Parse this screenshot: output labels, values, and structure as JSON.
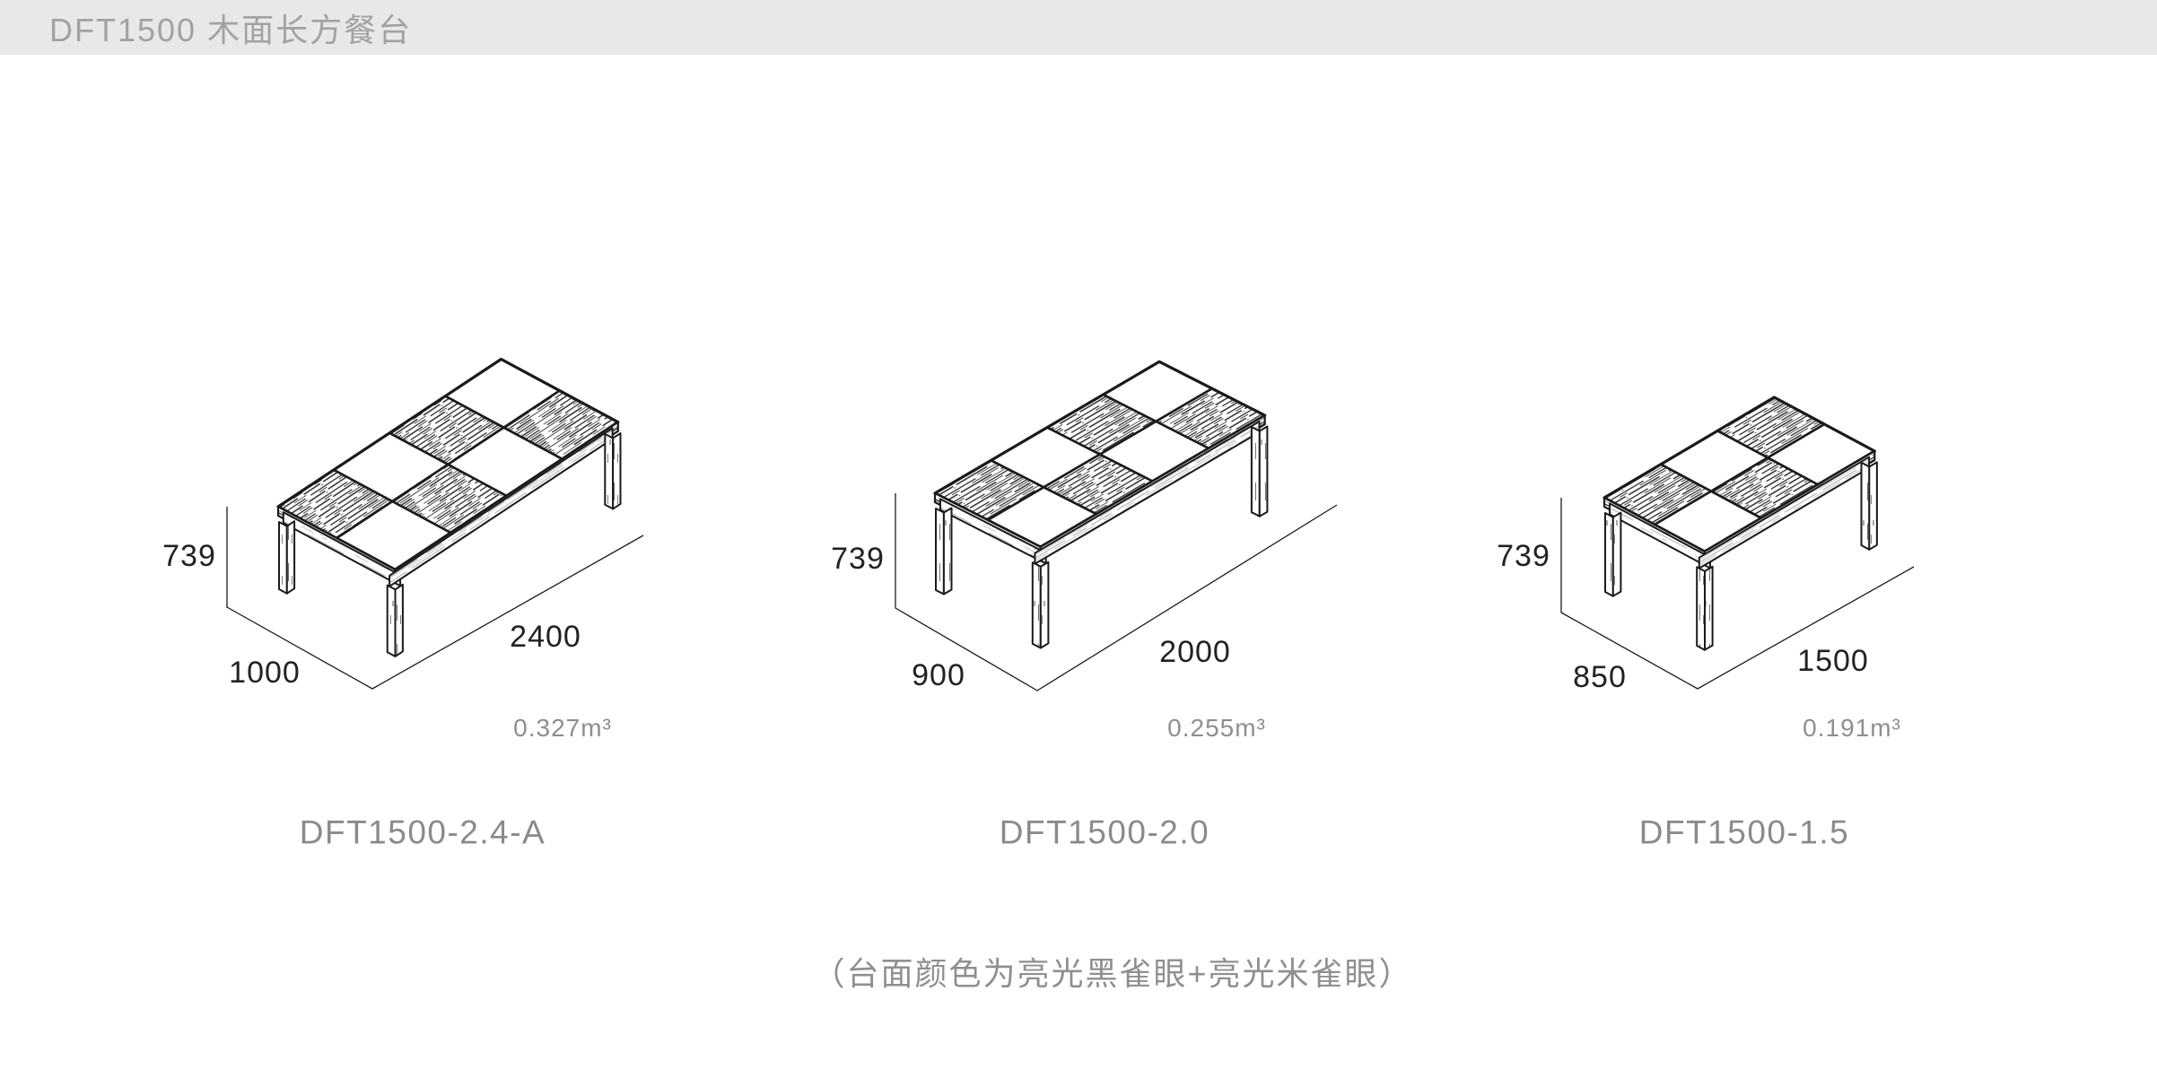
{
  "header": {
    "title": "DFT1500 木面长方餐台"
  },
  "products": [
    {
      "model": "DFT1500-2.4-A",
      "height": "739",
      "width": "1000",
      "length": "2400",
      "volume": "0.327m³"
    },
    {
      "model": "DFT1500-2.0",
      "height": "739",
      "width": "900",
      "length": "2000",
      "volume": "0.255m³"
    },
    {
      "model": "DFT1500-1.5",
      "height": "739",
      "width": "850",
      "length": "1500",
      "volume": "0.191m³"
    }
  ],
  "note": "（台面颜色为亮光黑雀眼+亮光米雀眼）",
  "colors": {
    "line": "#1a1a1a",
    "dim_text": "#222222",
    "muted_text": "#8a8a8a",
    "header_bg": "#e8e8e8",
    "header_text": "#a2a2a2",
    "background": "#ffffff"
  }
}
